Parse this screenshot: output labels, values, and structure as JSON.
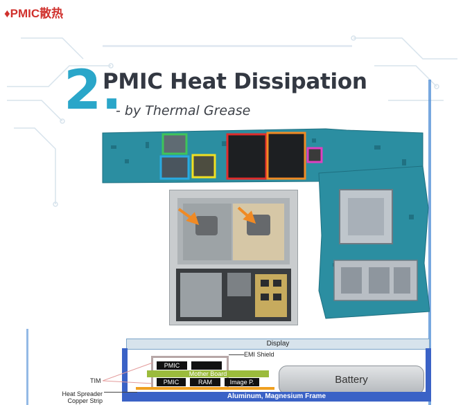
{
  "header": {
    "text": "♦PMIC散热"
  },
  "slide": {
    "number": "2.",
    "title": "PMIC Heat Dissipation",
    "subtitle": "- by Thermal Grease"
  },
  "diagram": {
    "display": "Display",
    "emi_shield": "EMI Shield",
    "pmic_top": "PMIC",
    "mother_board": "Mother Board",
    "pmic_bottom": "PMIC",
    "ram": "RAM",
    "image_p": "Image P.",
    "battery": "Battery",
    "frame": "Aluminum, Magnesium Frame",
    "tim": "TIM",
    "heat_spreader_1": "Heat Spreader",
    "heat_spreader_2": "Copper Strip"
  },
  "colors": {
    "accent_red": "#d0312d",
    "accent_teal": "#2aa6c9",
    "board_teal": "#2b8ea1",
    "mb_green": "#9bbb3c",
    "frame_blue": "#3a62c6"
  }
}
